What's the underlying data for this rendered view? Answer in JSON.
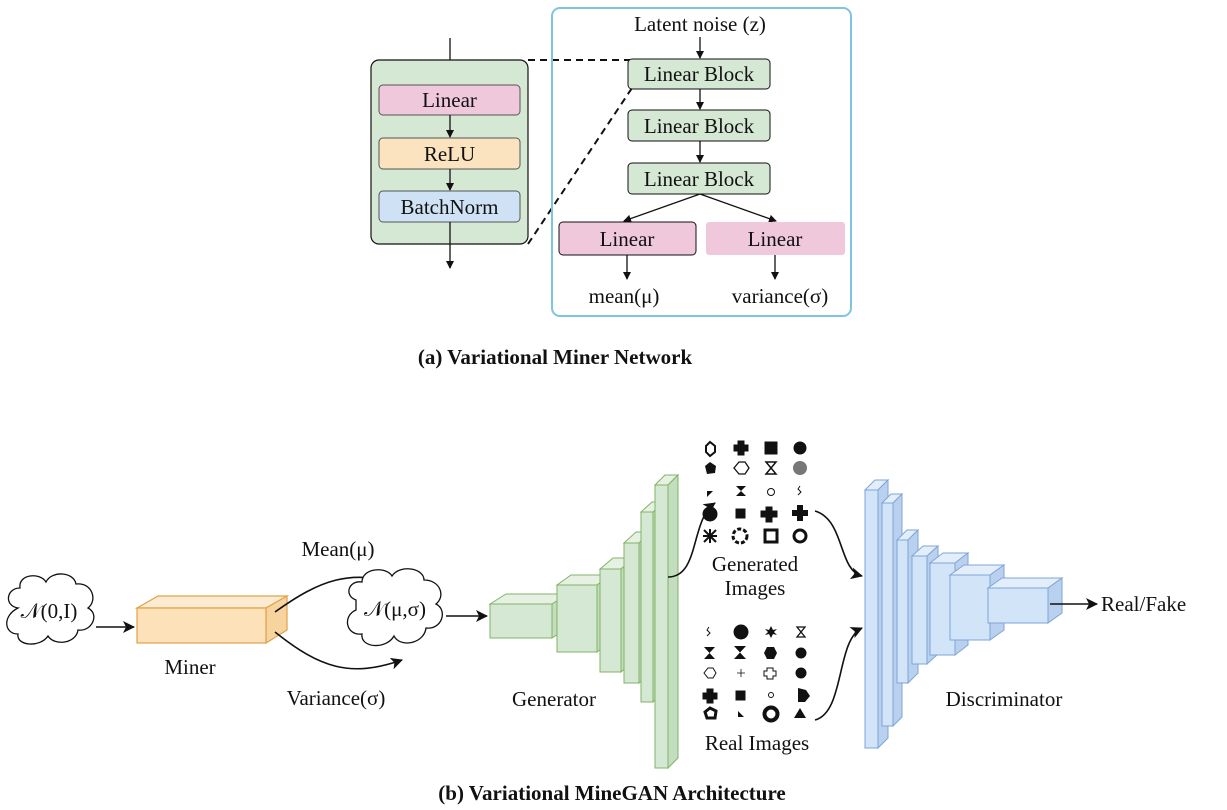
{
  "panel_a": {
    "caption": "(a) Variational Miner Network",
    "block_detail": {
      "layers": [
        "Linear",
        "ReLU",
        "BatchNorm"
      ]
    },
    "network": {
      "input_label": "Latent noise (z)",
      "blocks": [
        "Linear Block",
        "Linear Block",
        "Linear Block"
      ],
      "head_left": "Linear",
      "head_right": "Linear",
      "out_left": "mean(μ)",
      "out_right": "variance(σ)"
    }
  },
  "panel_b": {
    "caption": "(b) Variational MineGAN Architecture",
    "prior_label": "𝒩(0,I)",
    "miner_label": "Miner",
    "mean_label": "Mean(μ)",
    "variance_label": "Variance(σ)",
    "posterior_label": "𝒩(μ,σ)",
    "generator_label": "Generator",
    "generated_label_1": "Generated",
    "generated_label_2": "Images",
    "real_label": "Real Images",
    "discriminator_label": "Discriminator",
    "output_label": "Real/Fake"
  },
  "colors": {
    "block_green_fill": "#d5e8d4",
    "block_green_stroke": "#82b366",
    "linear_pink": "#f0c8dc",
    "relu_orange": "#fbe3c0",
    "batchnorm_blue": "#cfe2f5",
    "panel_border_blue": "#7fc4e0",
    "miner_fill": "#fde1b8",
    "miner_stroke": "#e0a24a",
    "generator_fill": "#d5e8d4",
    "discriminator_fill": "#d2e4f7",
    "discriminator_stroke": "#7ea6d8"
  }
}
